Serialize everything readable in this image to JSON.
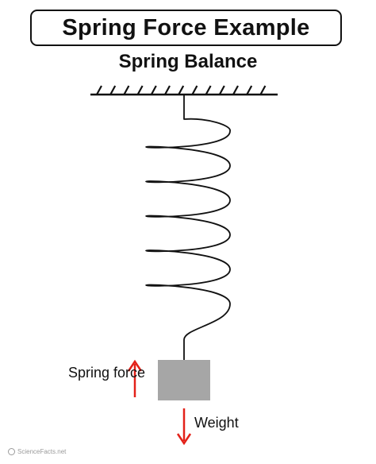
{
  "title": "Spring Force Example",
  "subtitle": "Spring Balance",
  "labels": {
    "spring_force": "Spring force",
    "weight": "Weight"
  },
  "watermark": "ScienceFacts.net",
  "colors": {
    "ink": "#111111",
    "arrow": "#e32119",
    "block": "#a6a6a6"
  },
  "spring": {
    "coils": 5
  }
}
